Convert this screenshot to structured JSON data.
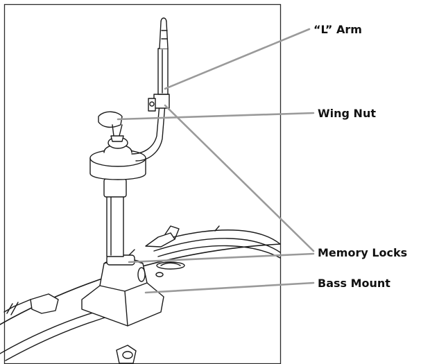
{
  "labels": {
    "l_arm": "“L” Arm",
    "wing_nut": "Wing Nut",
    "memory_locks": "Memory Locks",
    "bass_mount": "Bass Mount"
  },
  "colors": {
    "line_art": "#1a1a1a",
    "leader_lines": "#9a9a9a",
    "frame": "#2a2a2a",
    "background": "#ffffff"
  }
}
